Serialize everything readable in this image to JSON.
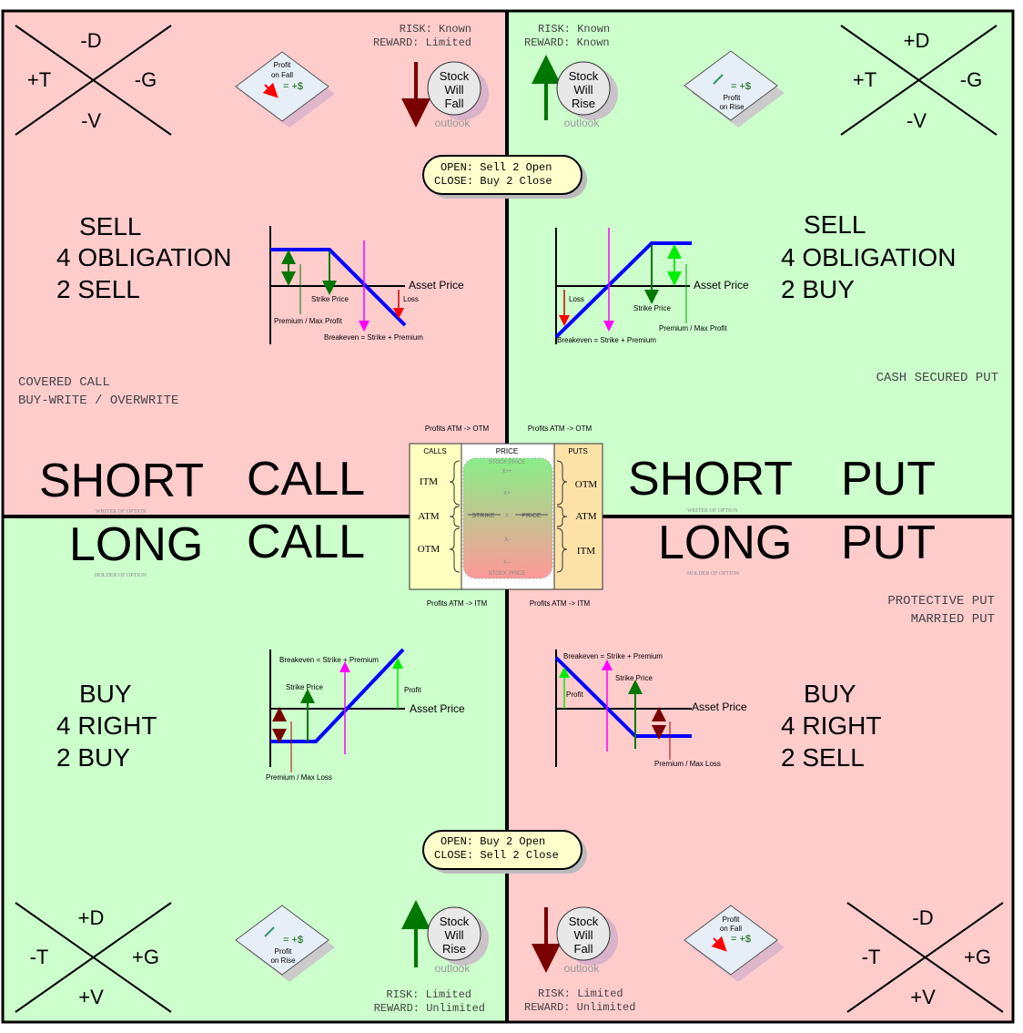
{
  "colors": {
    "pink": "#ffcccc",
    "green": "#ccffcc",
    "payoff": "#0000ff",
    "up_arrow": "#007700",
    "down_arrow": "#7a0000"
  },
  "quadrants": {
    "short_call": {
      "greeks": {
        "top": "-D",
        "left": "+T",
        "right": "-G",
        "bottom": "-V"
      },
      "risk": "RISK: Known",
      "reward": "REWARD: Limited",
      "badge": {
        "l1": "Profit",
        "l2": "on Fall",
        "value": "= +$"
      },
      "outlook": [
        "Stock",
        "Will",
        "Fall"
      ],
      "outlook_label": "outlook",
      "action": [
        "SELL",
        "4 OBLIGATION",
        "2 SELL"
      ],
      "strategy": [
        "COVERED CALL",
        "BUY-WRITE / OVERWRITE"
      ],
      "chart": {
        "asset": "Asset Price",
        "strike": "Strike Price",
        "loss": "Loss",
        "premium": "Premium / Max Profit",
        "breakeven": "Breakeven = Strike + Premium"
      },
      "title1": "SHORT",
      "title2": "CALL",
      "sub": "WRITER OF OPTION"
    },
    "short_put": {
      "greeks": {
        "top": "+D",
        "left": "+T",
        "right": "-G",
        "bottom": "-V"
      },
      "risk": "RISK: Known",
      "reward": "REWARD: Known",
      "badge": {
        "l1": "Profit",
        "l2": "on Rise",
        "value": "= +$"
      },
      "outlook": [
        "Stock",
        "Will",
        "Rise"
      ],
      "outlook_label": "outlook",
      "action": [
        "SELL",
        "4 OBLIGATION",
        "2 BUY"
      ],
      "strategy": [
        "CASH SECURED PUT"
      ],
      "chart": {
        "asset": "Asset Price",
        "strike": "Strike Price",
        "loss": "Loss",
        "premium": "Premium / Max Profit",
        "breakeven": "Breakeven = Strike + Premium"
      },
      "title1": "SHORT",
      "title2": "PUT",
      "sub": "WRITER OF OPTION"
    },
    "long_call": {
      "greeks": {
        "top": "+D",
        "left": "-T",
        "right": "+G",
        "bottom": "+V"
      },
      "risk": "RISK: Limited",
      "reward": "REWARD: Unlimited",
      "badge": {
        "l1": "Profit",
        "l2": "on Rise",
        "value": "= +$"
      },
      "outlook": [
        "Stock",
        "Will",
        "Rise"
      ],
      "outlook_label": "outlook",
      "action": [
        "BUY",
        "4 RIGHT",
        "2 BUY"
      ],
      "chart": {
        "asset": "Asset Price",
        "strike": "Strike Price",
        "profit": "Profit",
        "premium": "Premium / Max Loss",
        "breakeven": "Breakeven = Strike + Premium"
      },
      "title1": "LONG",
      "title2": "CALL",
      "sub": "HOLDER OF OPTION"
    },
    "long_put": {
      "greeks": {
        "top": "-D",
        "left": "-T",
        "right": "+G",
        "bottom": "+V"
      },
      "risk": "RISK: Limited",
      "reward": "REWARD: Unlimited",
      "badge": {
        "l1": "Profit",
        "l2": "on Fall",
        "value": "= +$"
      },
      "outlook": [
        "Stock",
        "Will",
        "Fall"
      ],
      "outlook_label": "outlook",
      "action": [
        "BUY",
        "4 RIGHT",
        "2 SELL"
      ],
      "strategy": [
        "PROTECTIVE PUT",
        "MARRIED PUT"
      ],
      "chart": {
        "asset": "Asset Price",
        "strike": "Strike Price",
        "profit": "Profit",
        "premium": "Premium / Max Loss",
        "breakeven": "Breakeven = Strike + Premium"
      },
      "title1": "LONG",
      "title2": "PUT",
      "sub": "HOLDER OF OPTION"
    }
  },
  "open_close_top": {
    "open": "OPEN: Sell 2 Open",
    "close": "CLOSE: Buy  2 Close"
  },
  "open_close_bottom": {
    "open": "OPEN: Buy  2 Open",
    "close": "CLOSE: Sell 2 Close"
  },
  "center": {
    "profits_tl": "Profits ATM -> OTM",
    "profits_tr": "Profits ATM -> OTM",
    "profits_bl": "Profits ATM -> ITM",
    "profits_br": "Profits ATM -> ITM",
    "calls": "CALLS",
    "price": "PRICE",
    "puts": "PUTS",
    "calls_levels": [
      "ITM",
      "ATM",
      "OTM"
    ],
    "puts_levels": [
      "OTM",
      "ATM",
      "ITM"
    ],
    "stock_price_top": "STOCK PRICE",
    "stock_price_bottom": "STOCK PRICE",
    "levels": [
      "X++",
      "X+",
      "X",
      "X-",
      "X--"
    ],
    "strike": "STRIKE",
    "price_mid": "PRICE"
  }
}
